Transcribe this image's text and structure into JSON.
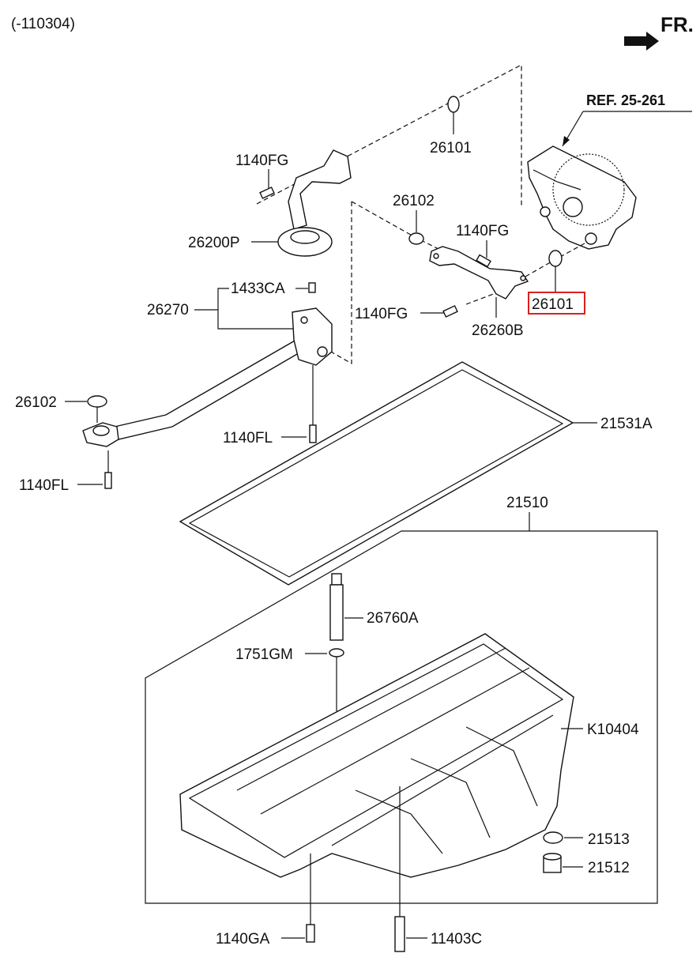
{
  "header": {
    "date_code": "(-110304)",
    "direction": "FR."
  },
  "reference": "REF. 25-261",
  "highlight_color": "#d92020",
  "parts": {
    "p26101_top": "26101",
    "p1140FG_a": "1140FG",
    "p26200P": "26200P",
    "p26102_mid": "26102",
    "p1140FG_b": "1140FG",
    "p26101_hl": "26101",
    "p1433CA": "1433CA",
    "p26270": "26270",
    "p1140FG_c": "1140FG",
    "p26260B": "26260B",
    "p26102_left": "26102",
    "p1140FL_a": "1140FL",
    "p21531A": "21531A",
    "p1140FL_b": "1140FL",
    "p21510": "21510",
    "p26760A": "26760A",
    "p1751GM": "1751GM",
    "pK10404": "K10404",
    "p21513": "21513",
    "p21512": "21512",
    "p1140GA": "1140GA",
    "p11403C": "11403C"
  }
}
